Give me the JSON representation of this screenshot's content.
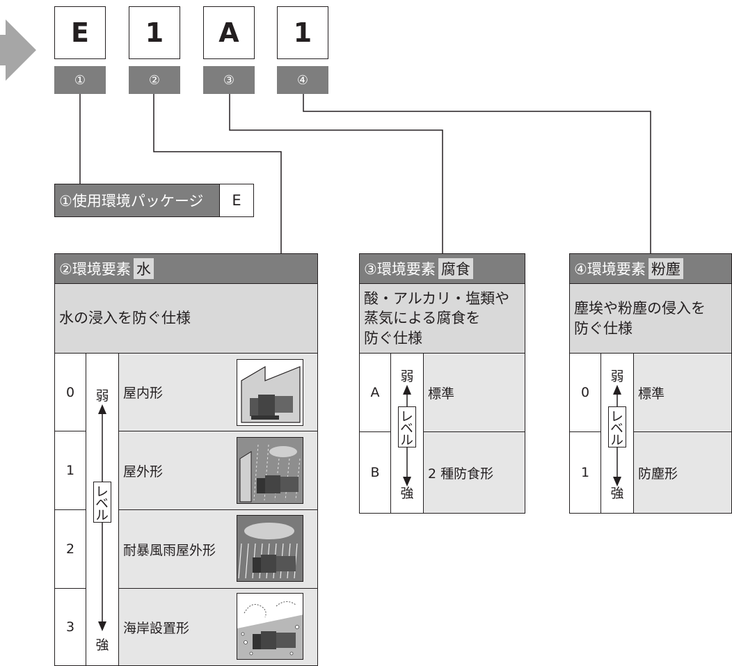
{
  "code": {
    "chars": [
      "E",
      "1",
      "A",
      "1"
    ],
    "markers": [
      "①",
      "②",
      "③",
      "④"
    ]
  },
  "package": {
    "label": "①使用環境パッケージ",
    "code": "E"
  },
  "water": {
    "head_prefix": "②環境要素",
    "head_kw": "水",
    "desc": "水の浸入を防ぐ仕様",
    "weak": "弱",
    "strong": "強",
    "level": "レベル",
    "rows": [
      {
        "code": "0",
        "name": "屋内形",
        "icon": "indoor-illustration"
      },
      {
        "code": "1",
        "name": "屋外形",
        "icon": "outdoor-illustration"
      },
      {
        "code": "2",
        "name": "耐暴風雨屋外形",
        "icon": "storm-illustration"
      },
      {
        "code": "3",
        "name": "海岸設置形",
        "icon": "coastal-illustration"
      }
    ]
  },
  "corrosion": {
    "head_prefix": "③環境要素",
    "head_kw": "腐食",
    "desc_lines": [
      "酸・アルカリ・塩類や",
      "蒸気による腐食を",
      "防ぐ仕様"
    ],
    "weak": "弱",
    "strong": "強",
    "level": "レベル",
    "rows": [
      {
        "code": "A",
        "name": "標準"
      },
      {
        "code": "B",
        "name": "2 種防食形"
      }
    ]
  },
  "dust": {
    "head_prefix": "④環境要素",
    "head_kw": "粉塵",
    "desc_lines": [
      "塵埃や粉塵の侵入を",
      "防ぐ仕様"
    ],
    "weak": "弱",
    "strong": "強",
    "level": "レベル",
    "rows": [
      {
        "code": "0",
        "name": "標準"
      },
      {
        "code": "1",
        "name": "防塵形"
      }
    ]
  },
  "colors": {
    "dark_grey": "#7e7e7e",
    "light_grey": "#d9d9d9",
    "cell_grey": "#e6e6e6",
    "line": "#231f20"
  }
}
